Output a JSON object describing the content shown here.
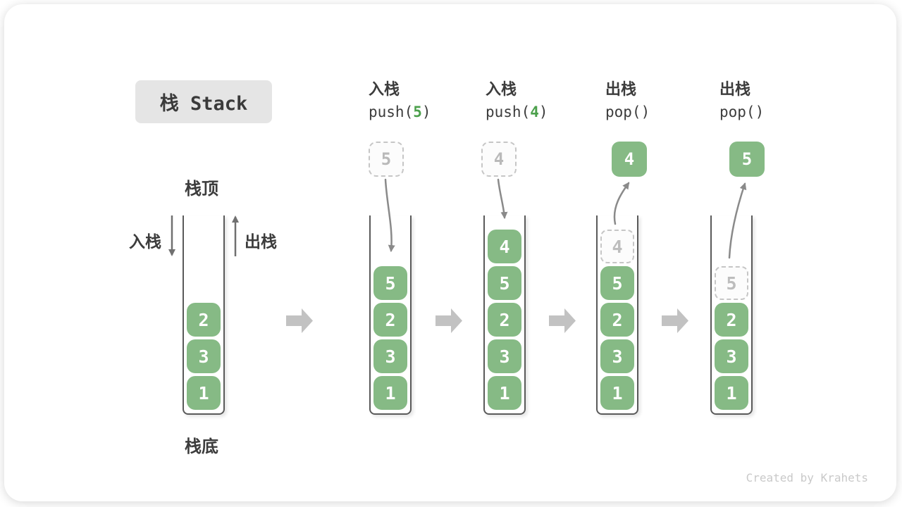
{
  "title": "栈 Stack",
  "watermark": "Created by Krahets",
  "side_labels": {
    "stack_top": "栈顶",
    "stack_bottom": "栈底",
    "push_side": "入栈",
    "pop_side": "出栈"
  },
  "ops": [
    {
      "label": "入栈",
      "code_pre": "push(",
      "code_arg": "5",
      "code_post": ")"
    },
    {
      "label": "入栈",
      "code_pre": "push(",
      "code_arg": "4",
      "code_post": ")"
    },
    {
      "label": "出栈",
      "code_pre": "pop()",
      "code_arg": "",
      "code_post": ""
    },
    {
      "label": "出栈",
      "code_pre": "pop()",
      "code_arg": "",
      "code_post": ""
    }
  ],
  "stages": [
    {
      "elements": [
        "2",
        "3",
        "1"
      ]
    },
    {
      "floating": "5",
      "floating_style": "dashed",
      "elements": [
        "5",
        "2",
        "3",
        "1"
      ]
    },
    {
      "floating": "4",
      "floating_style": "dashed",
      "elements": [
        "4",
        "5",
        "2",
        "3",
        "1"
      ]
    },
    {
      "floating": "4",
      "floating_style": "solid",
      "ghost": "4",
      "elements": [
        "5",
        "2",
        "3",
        "1"
      ]
    },
    {
      "floating": "5",
      "floating_style": "solid",
      "ghost": "5",
      "elements": [
        "2",
        "3",
        "1"
      ]
    }
  ],
  "colors": {
    "element_green": "#86ba85",
    "code_arg_green": "#4ca04c",
    "title_background": "#e5e5e5",
    "text_dark": "#3c3c3c",
    "arrow_gray": "#8a8a8a",
    "block_arrow_gray": "#c2c2c2",
    "ghost_gray": "#c6c6c6"
  }
}
